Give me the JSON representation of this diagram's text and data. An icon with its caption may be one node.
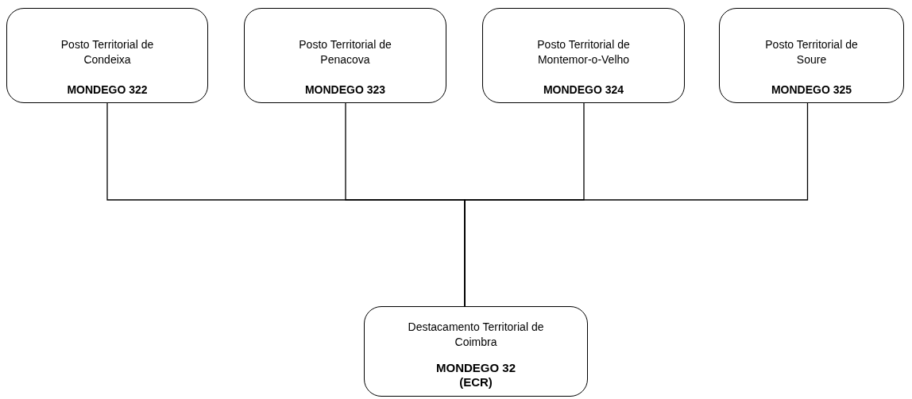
{
  "diagram": {
    "nodes": [
      {
        "text": [
          "Posto Territorial de Condeixa",
          "MONDEGO 322"
        ]
      },
      {
        "text": [
          "Posto Territorial de Penacova",
          "MONDEGO 323"
        ]
      },
      {
        "text": [
          "Posto Territorial de Montemor-o-Velho",
          "MONDEGO 324"
        ]
      },
      {
        "text": [
          "Posto Territorial de Soure",
          "MONDEGO 325"
        ]
      },
      {
        "text": [
          "Destacamento Territorial de Coimbra",
          "MONDEGO 32 (ECR)"
        ]
      }
    ],
    "edges": [
      {
        "from": 0,
        "to": 4,
        "arrow": "none"
      },
      {
        "from": 1,
        "to": 4,
        "arrow": "none"
      },
      {
        "from": 2,
        "to": 4,
        "arrow": "none"
      },
      {
        "from": 3,
        "to": 4,
        "arrow": "none"
      }
    ]
  }
}
